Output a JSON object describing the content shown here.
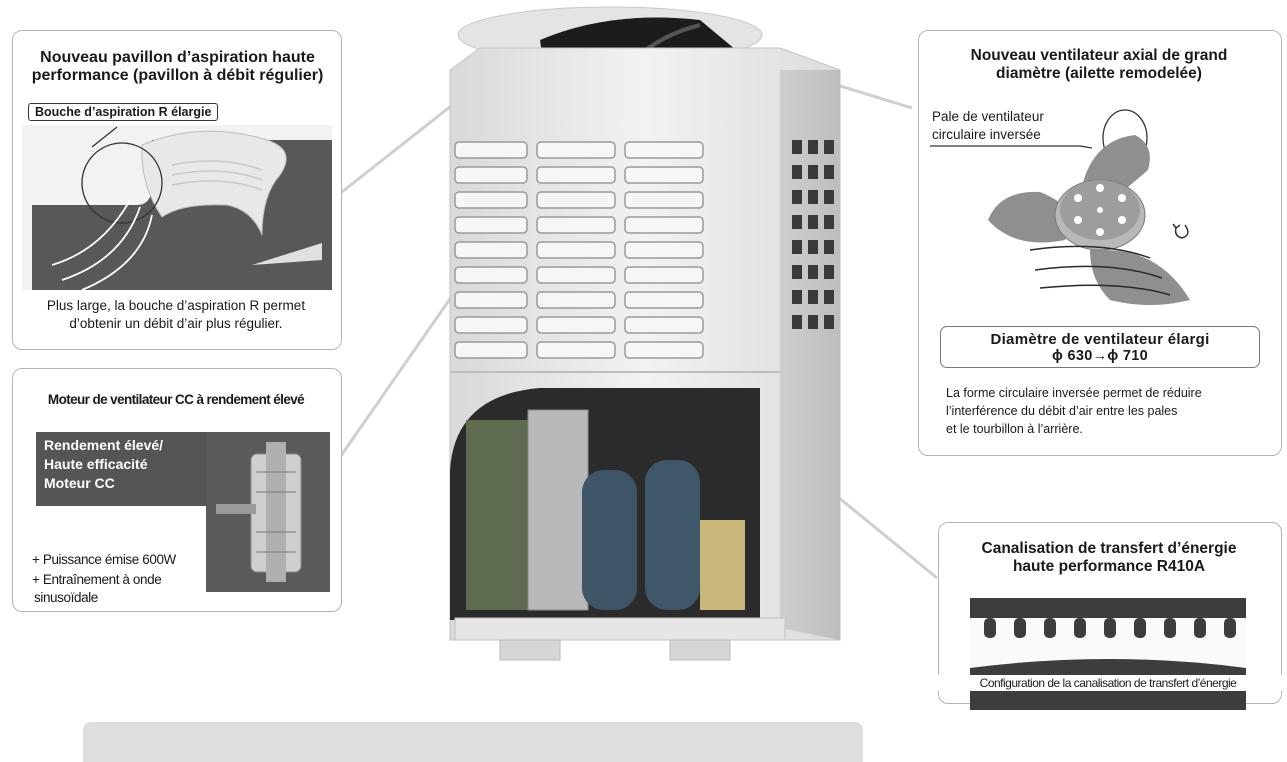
{
  "callouts": {
    "intake_bell": {
      "title_line1": "Nouveau pavillon d’aspiration haute",
      "title_line2": "performance (pavillon à débit régulier)",
      "tag": "Bouche d’aspiration R élargie",
      "caption_line1": "Plus large, la bouche d’aspiration R permet",
      "caption_line2": "d’obtenir un débit d’air plus régulier."
    },
    "dc_motor": {
      "title": "Moteur de ventilateur CC à rendement élevé",
      "badge_line1": "Rendement élevé/",
      "badge_line2": "Haute efficacité",
      "badge_line3": "Moteur CC",
      "spec1": "+ Puissance émise 600W",
      "spec2_line1": "+ Entraînement à onde",
      "spec2_line2": "sinusoïdale"
    },
    "axial_fan": {
      "title_line1": "Nouveau ventilateur axial de grand",
      "title_line2": "diamètre (ailette remodelée)",
      "blade_label_line1": "Pale de ventilateur",
      "blade_label_line2": "circulaire inversée",
      "diameter_line1": "Diamètre de ventilateur élargi",
      "diameter_line2": "ϕ 630→ϕ 710",
      "desc_line1": "La forme circulaire inversée permet de réduire",
      "desc_line2": "l’interférence du débit d’air entre les pales",
      "desc_line3": "et le tourbillon à l’arrière."
    },
    "heat_pipe": {
      "title_line1": "Canalisation de transfert d’énergie",
      "title_line2": "haute performance R410A",
      "caption": "Configuration de la canalisation de transfert d’énergie"
    }
  },
  "colors": {
    "border": "#b5b5b5",
    "motor_badge": "#555555",
    "unit_body": "#ececec",
    "fan_blade": "#8f8f8f",
    "bottom_bar": "#dedede"
  },
  "icons": [
    "swirl-arrow-icon",
    "airflow-arrows-icon"
  ]
}
